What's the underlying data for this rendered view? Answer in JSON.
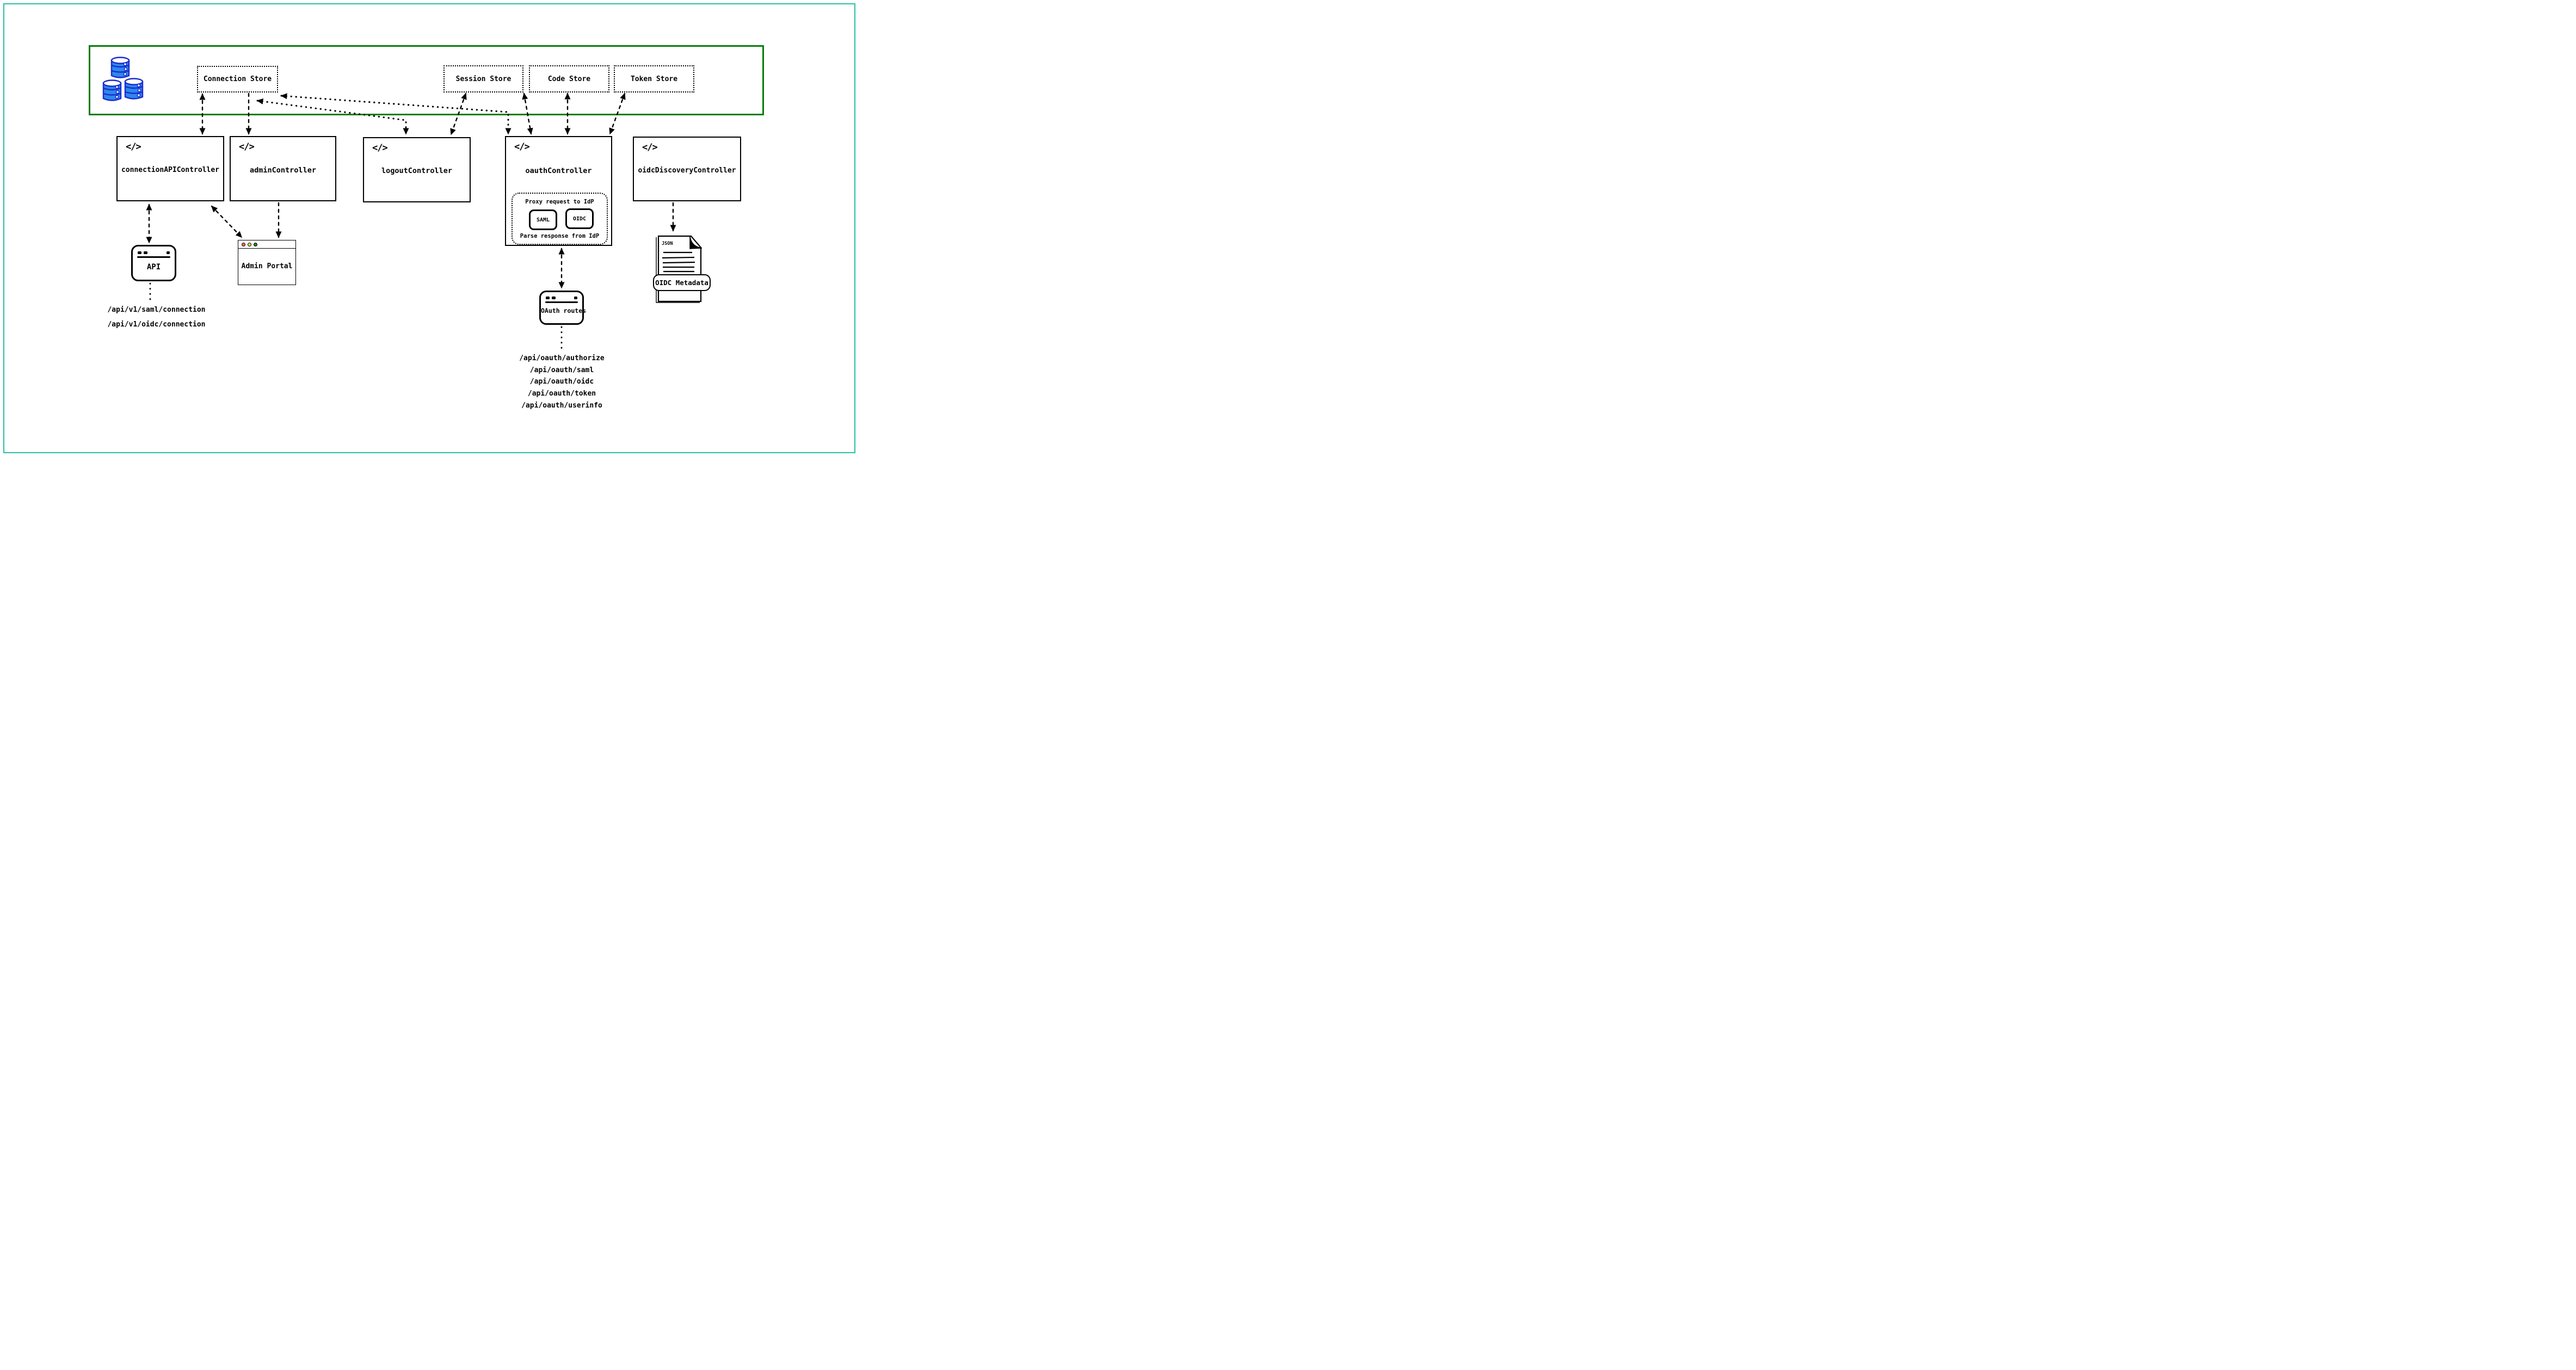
{
  "ui": {
    "code_icon_glyph": "</>"
  },
  "colors": {
    "frame_teal": "#2abfa5",
    "store_container_green": "#077d07",
    "database_blue_fill": "#2e87eb",
    "database_blue_stroke": "#1a2bd0",
    "portal_dot_red": "#fa6a66",
    "portal_dot_yellow": "#f8d354",
    "portal_dot_green": "#168c16"
  },
  "stores": {
    "connection": {
      "label": "Connection Store"
    },
    "session": {
      "label": "Session Store"
    },
    "code": {
      "label": "Code Store"
    },
    "token": {
      "label": "Token Store"
    }
  },
  "controllers": {
    "connection_api": {
      "label": "connectionAPIController"
    },
    "admin": {
      "label": "adminController"
    },
    "logout": {
      "label": "logoutController"
    },
    "oauth": {
      "label": "oauthController",
      "proxy_box": {
        "top_label": "Proxy request to IdP",
        "bottom_label": "Parse response from IdP",
        "protocols": [
          "SAML",
          "OIDC"
        ]
      }
    },
    "oidc_discovery": {
      "label": "oidcDiscoveryController"
    }
  },
  "widgets": {
    "api_window": {
      "label": "API"
    },
    "admin_portal": {
      "label": "Admin Portal"
    },
    "oauth_routes_window": {
      "label": "OAuth routes"
    },
    "oidc_metadata": {
      "doc_type": "JSON",
      "banner": "OIDC Metadata"
    }
  },
  "api_routes": [
    "/api/v1/saml/connection",
    "/api/v1/oidc/connection"
  ],
  "oauth_routes": [
    "/api/oauth/authorize",
    "/api/oauth/saml",
    "/api/oauth/oidc",
    "/api/oauth/token",
    "/api/oauth/userinfo"
  ]
}
